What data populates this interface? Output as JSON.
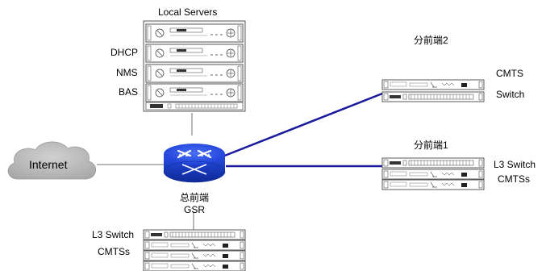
{
  "local_servers": {
    "title": "Local Servers",
    "labels": [
      "DHCP",
      "NMS",
      "BAS"
    ]
  },
  "internet": {
    "label": "Internet"
  },
  "core": {
    "label_cn": "总前端",
    "label_en": "GSR"
  },
  "sub2": {
    "title": "分前端2",
    "labels": [
      "CMTS",
      "Switch"
    ]
  },
  "sub1": {
    "title": "分前端1",
    "labels": [
      "L3 Switch",
      "CMTSs"
    ]
  },
  "bottom": {
    "labels": [
      "L3 Switch",
      "CMTSs"
    ]
  },
  "colors": {
    "core_link": "#1a1a9c",
    "grey_link": "#a0a0a0",
    "router_body": "#1c3fd6",
    "cloud": "#b5b5b5"
  }
}
